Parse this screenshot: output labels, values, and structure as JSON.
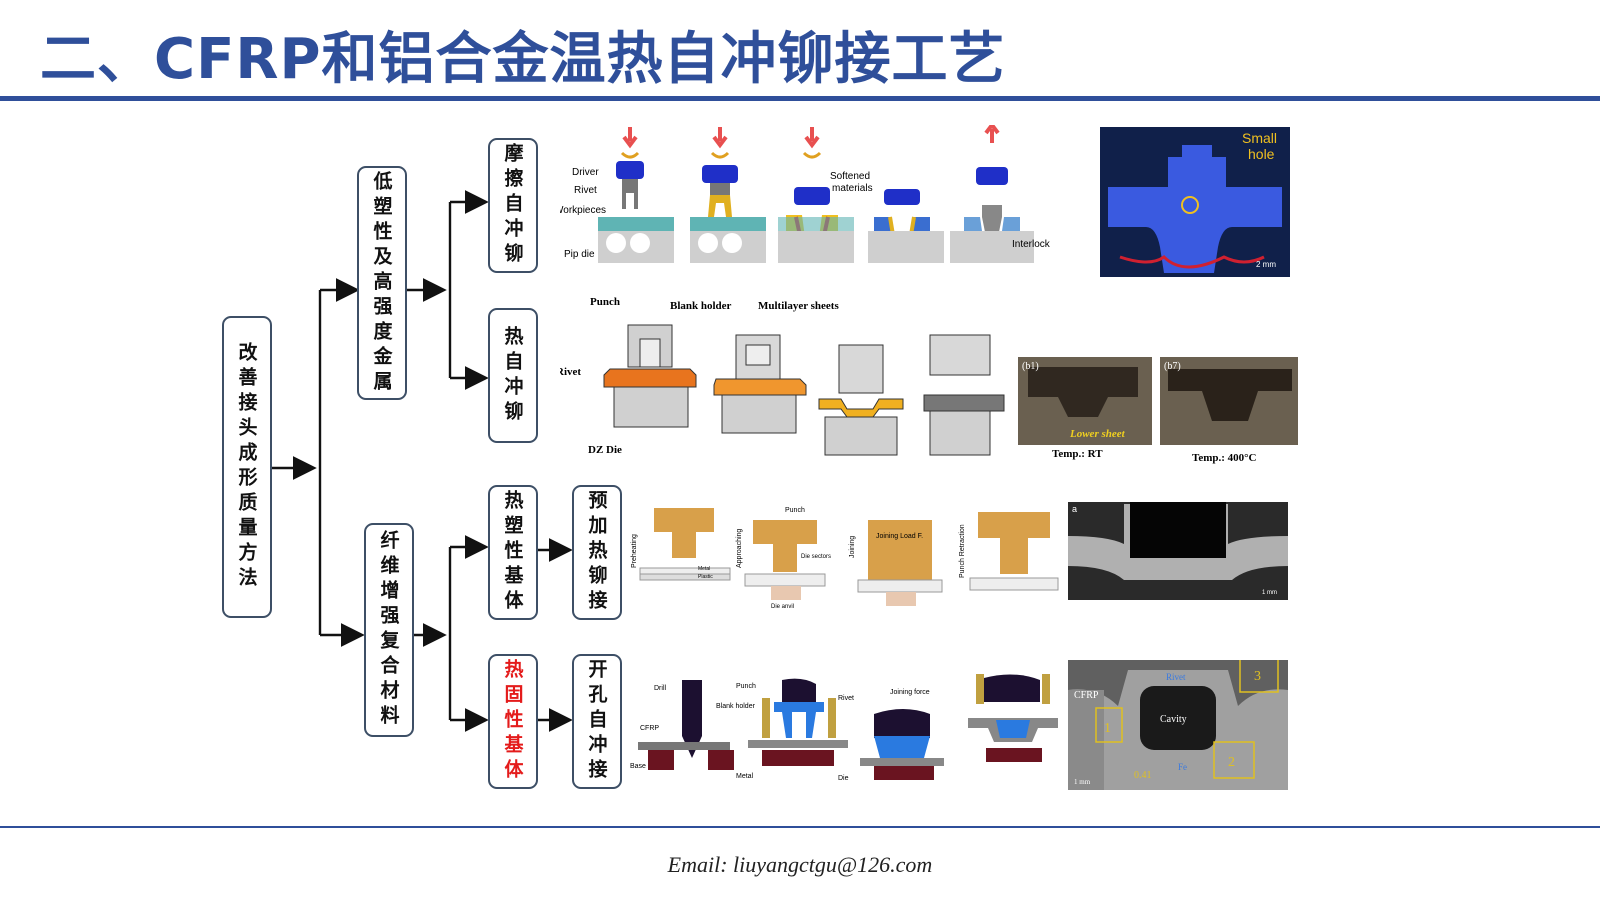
{
  "slide": {
    "title": "二、CFRP和铝合金温热自冲铆接工艺",
    "email": "Email: liuyangctgu@126.com"
  },
  "tree": {
    "root": "改善接头成形质量方法",
    "branch_metal": "低塑性及高强度金属",
    "branch_composite": "纤维增强复合材料",
    "leaf_friction": "摩擦自冲铆",
    "leaf_hot": "热自冲铆",
    "leaf_thermoplastic": "热塑性基体",
    "leaf_thermoset": "热固性基体",
    "method_preheat": "预加热铆接",
    "method_drill": "开孔自冲接"
  },
  "panel1": {
    "driver": "Driver",
    "rivet": "Rivet",
    "workpieces": "Workpieces",
    "pip_die": "Pip die",
    "softened": "Softened",
    "materials": "materials",
    "interlock": "Interlock",
    "small": "Small",
    "hole": "hole",
    "scale": "2 mm"
  },
  "panel2": {
    "punch": "Punch",
    "blank_holder": "Blank holder",
    "multilayer": "Multilayer sheets",
    "rivet": "Rivet",
    "dz_die": "DZ Die",
    "b1": "(b1)",
    "b7": "(b7)",
    "lower_sheet": "Lower sheet",
    "temp_rt": "Temp.: RT",
    "temp_400": "Temp.: 400°C"
  },
  "panel3": {
    "preheating": "Preheating",
    "approaching": "Approaching",
    "joining": "Joining",
    "punch_retraction": "Punch Retraction",
    "punch": "Punch",
    "die_sectors": "Die sectors",
    "metal": "Metal",
    "plastic": "Plastic",
    "die_anvil": "Die anvil",
    "joining_load": "Joining Load F.",
    "photo_label": "a",
    "scale": "1 mm"
  },
  "panel4": {
    "drill": "Drill",
    "cfrp": "CFRP",
    "base": "Base",
    "punch": "Punch",
    "blank_holder": "Blank holder",
    "rivet": "Rivet",
    "metal": "Metal",
    "die": "Die",
    "joining_force": "Joining force",
    "photo_cfrp": "CFRP",
    "cavity": "Cavity",
    "rivet_photo": "Rivet",
    "fe": "Fe",
    "n1": "1",
    "n2": "2",
    "n3": "3",
    "dim": "0.41",
    "scale": "1 mm"
  },
  "colors": {
    "title": "#2f4f9a",
    "box_border": "#3d4f66",
    "highlight_red": "#e41b1b",
    "driver_blue": "#1f2fc8",
    "softened_yellow": "#f0c020",
    "sheet_orange": "#e8741e"
  }
}
